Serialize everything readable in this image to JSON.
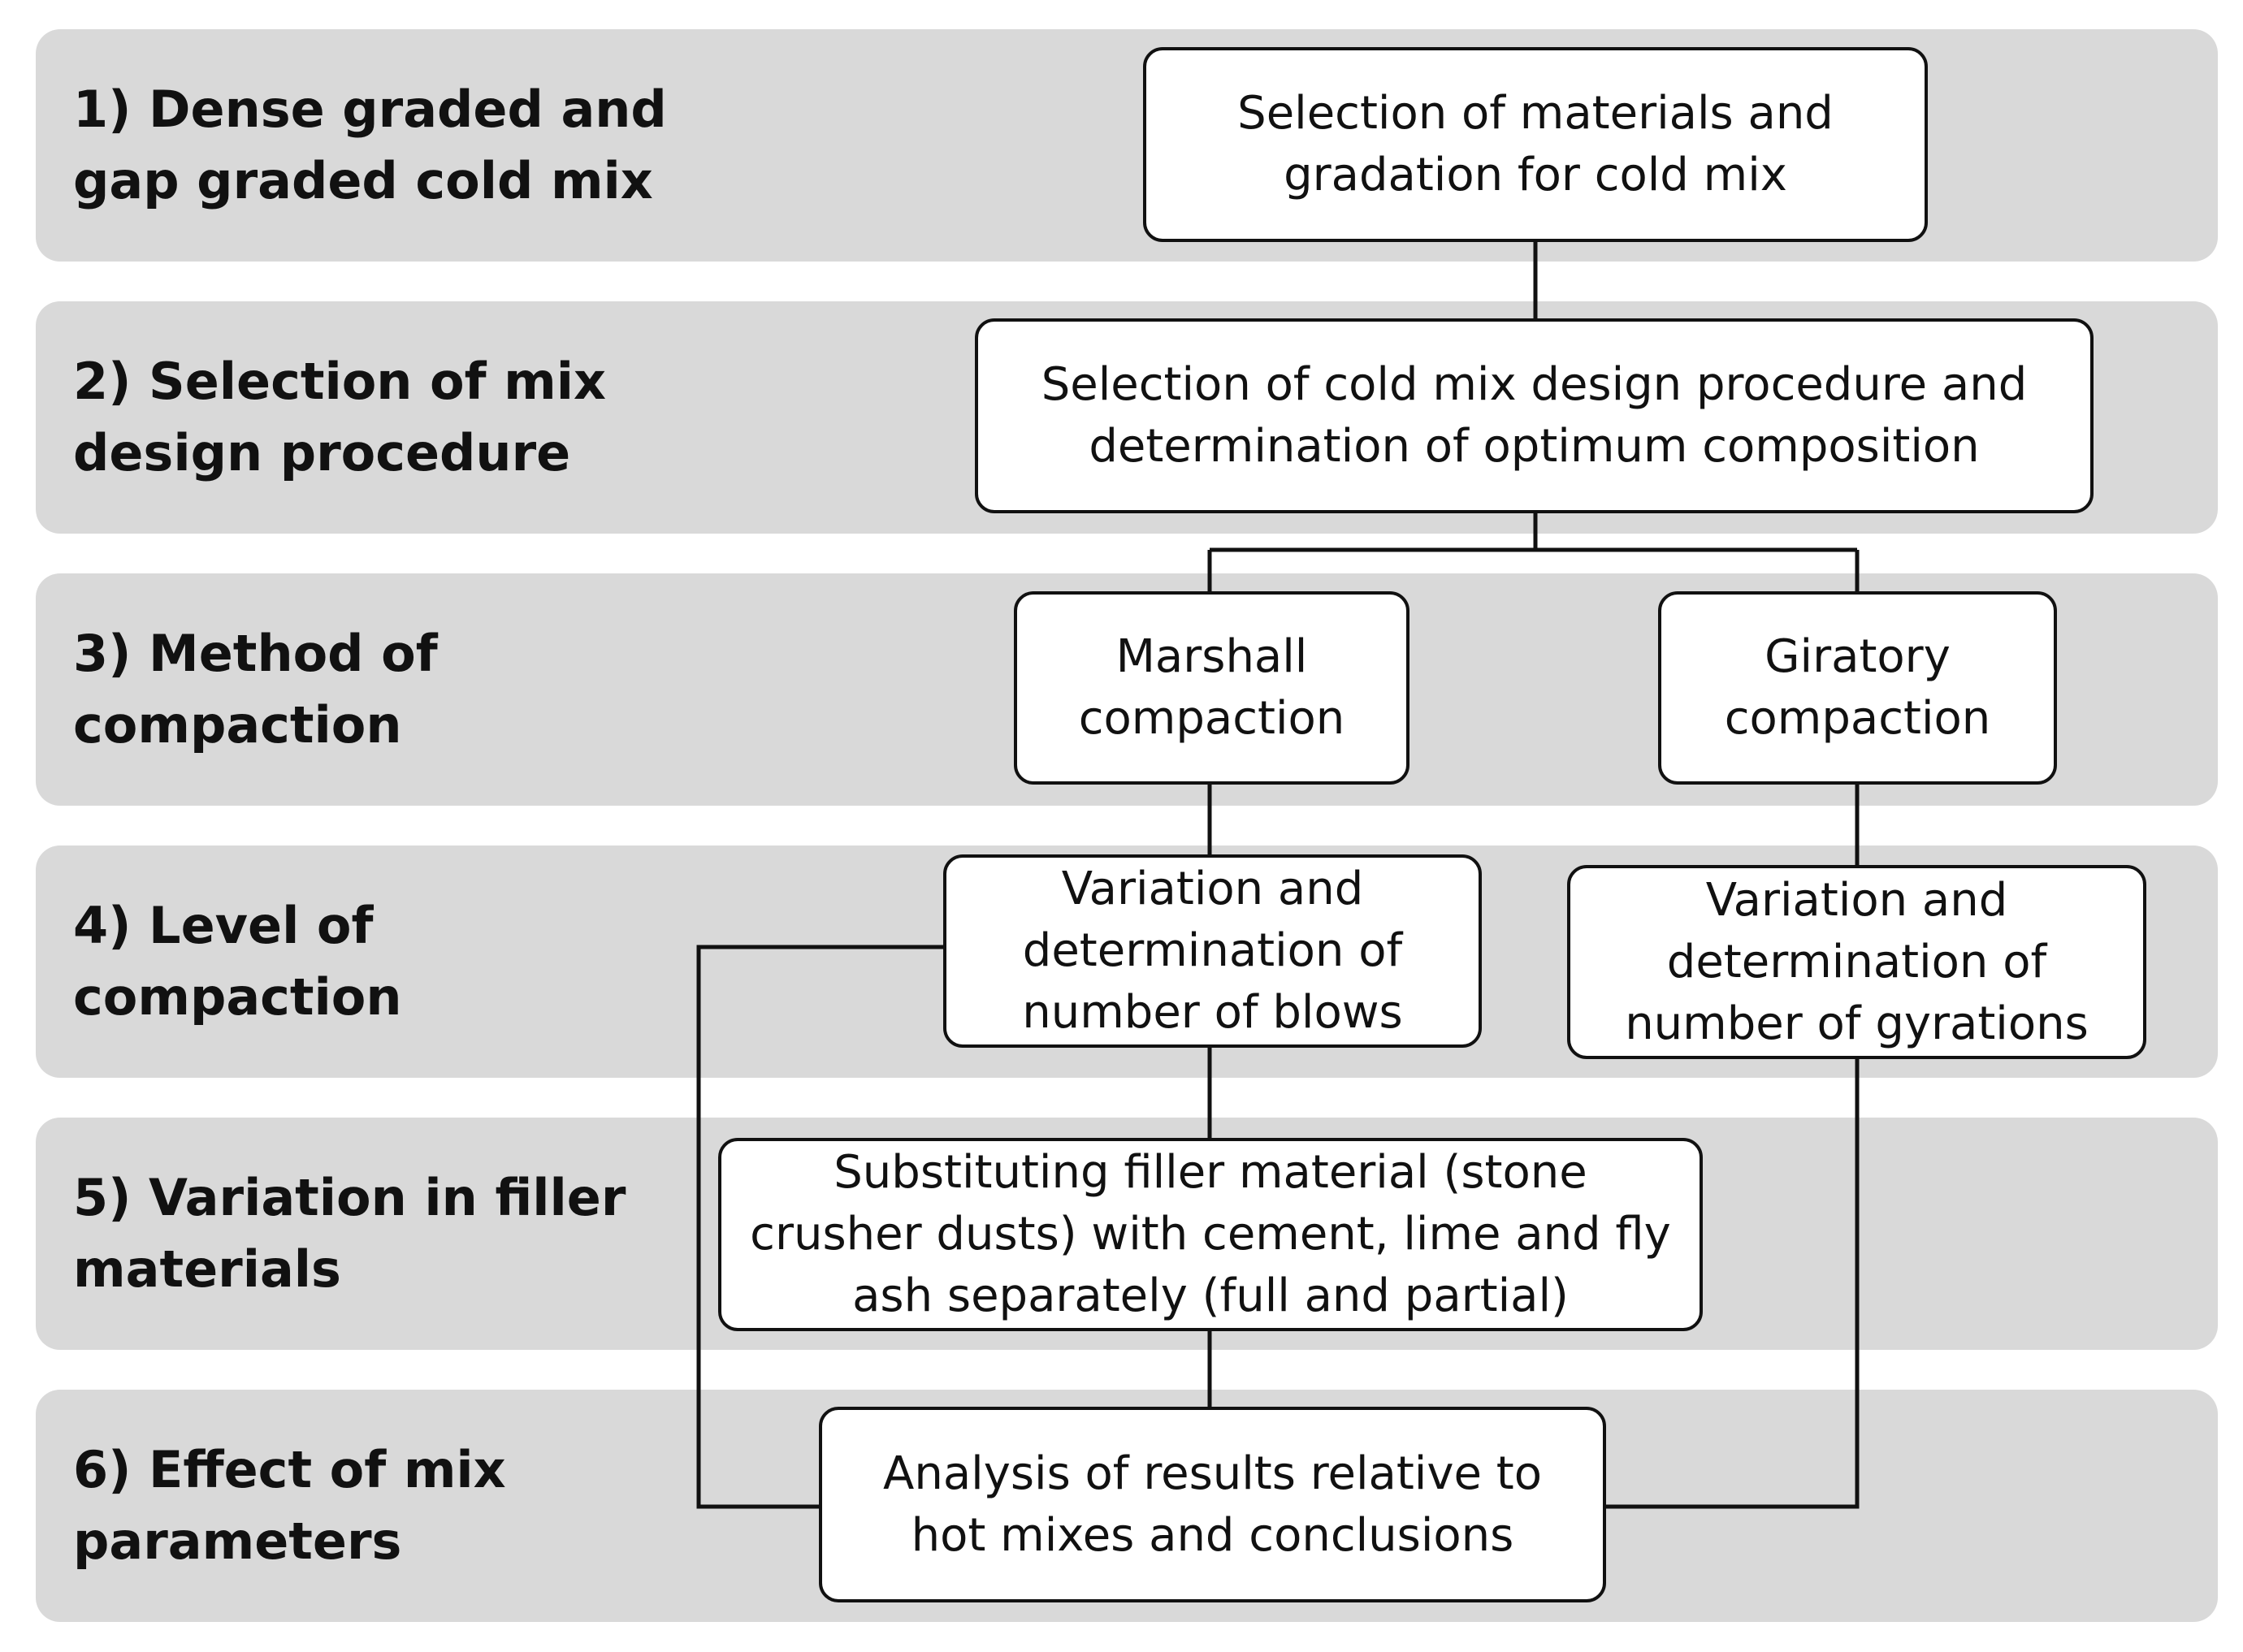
{
  "stages": [
    {
      "id": "stage-1",
      "label": "1) Dense graded and\ngap graded cold mix"
    },
    {
      "id": "stage-2",
      "label": "2) Selection of mix\ndesign procedure"
    },
    {
      "id": "stage-3",
      "label": "3) Method of\ncompaction"
    },
    {
      "id": "stage-4",
      "label": "4) Level of\ncompaction"
    },
    {
      "id": "stage-5",
      "label": "5) Variation in filler\nmaterials"
    },
    {
      "id": "stage-6",
      "label": "6) Effect of mix\nparameters"
    }
  ],
  "nodes": {
    "materials": "Selection of materials and\ngradation for cold mix",
    "design_procedure": "Selection of cold mix design procedure and\ndetermination of optimum composition",
    "marshall": "Marshall\ncompaction",
    "giratory": "Giratory\ncompaction",
    "blows": "Variation and\ndetermination of\nnumber of blows",
    "gyrations": "Variation and\ndetermination of\nnumber of gyrations",
    "filler": "Substituting filler material (stone\ncrusher dusts) with cement, lime and fly\nash separately (full and partial)",
    "analysis": "Analysis of results relative to\nhot mixes and conclusions"
  },
  "colors": {
    "band": "#d9d9d9",
    "line": "#111111",
    "node_fill": "#ffffff"
  }
}
